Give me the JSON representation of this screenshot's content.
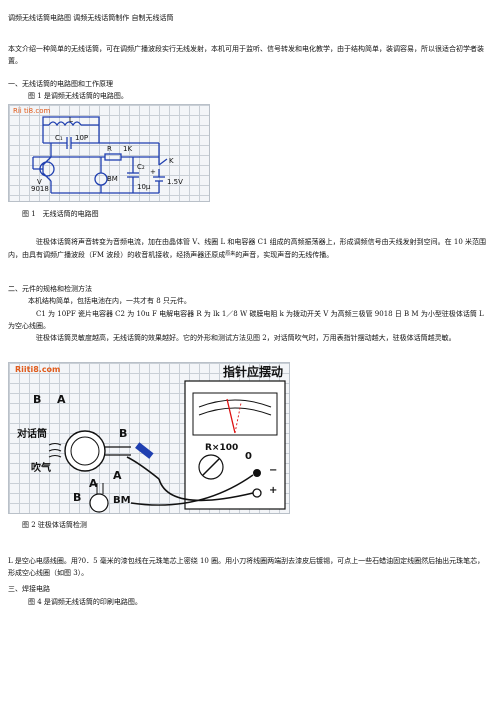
{
  "doc": {
    "title": "调频无线话筒电路图 调频无线话筒制作 自制无线话筒",
    "intro": "本文介绍一种简单的无线话筒，可在调频广播波段实行无线发射，本机可用于监听、信号转发和电化教学，由于结构简单，装调容易，所以很适合初学者装置。",
    "s1_heading": "一、无线话筒的电路图和工作原理",
    "s1_line": "图 1 是调频无线话筒的电路图。",
    "fig1_caption": "图 1　无线话筒的电路图",
    "p_principle_1": "驻极体话筒将声音转变为音频电流，加在由晶体管 V、线圈 L 和电容器 C1 组成的高频振荡器上，形成调频信号由天线发射到空间。在 10 米范围内，由具有调频广播波段（FM 波段）的收音机接收，经扬声器还原成",
    "p_principle_inline": "原来",
    "p_principle_2": "的声音，实现声音的无线传播。",
    "s2_heading": "二、元件的规格和检测方法",
    "s2_p1": "本机结构简单，包括电池在内，一共才有 8 只元件。",
    "s2_p2": "C1 为 10PF 瓷片电容器 C2 为 10u F 电解电容器 R 为 lk 1／8 W 碳膜电阻 k 为拨动开关 V 为高频三极管 9018 日 B M 为小型驻极体话筒 L 为空心线圈。",
    "s2_p3": "驻极体话筒灵敏度越高，无线话筒的效果越好。它的外形和测试方法见图 2，对话筒吹气时，万用表指针摆动越大，驻极体话筒越灵敏。",
    "fig2_caption": "图 2  驻极体话筒检测",
    "p_coil": "L 是空心电感线圈。用?0．5 毫米的漆包线在元珠笔芯上密绕 10 圈。用小刀将线圈两端刮去漆皮后镀锡，可点上一些石蜡油固定线圈然后抽出元珠笔芯，形成空心线圈（如图 3）。",
    "s3_heading": "三、焊接电路",
    "s3_line": "图 4 是调频无线话筒的印刷电路图。"
  },
  "fig1": {
    "watermark": "Rii ti8.com",
    "labels": {
      "L": "L",
      "C1": "C₁",
      "C1_val": "10P",
      "R": "R",
      "R_val": "1K",
      "V": "V",
      "V_model": "9018",
      "BM": "BM",
      "C2": "C₂",
      "C2_val": "10μ",
      "K": "K",
      "batt": "1.5V",
      "plus": "+"
    }
  },
  "fig2": {
    "watermark": "Riiti8.com",
    "label_pointer": "指针应摆动",
    "label_mic": "对话筒",
    "label_blow": "吹气",
    "label_B1": "B",
    "label_A1": "A",
    "label_B2": "B",
    "label_A2": "A",
    "label_A3": "A",
    "label_B3": "B",
    "label_BM": "BM",
    "meter_range": "R×100",
    "meter_zero": "0",
    "meter_minus": "−",
    "meter_plus": "+"
  },
  "colors": {
    "circuit_line": "#1f3fb0",
    "fig_bg": "#f3f5f8",
    "watermark": "#e05a1a",
    "meter_body": "#ffffff"
  }
}
